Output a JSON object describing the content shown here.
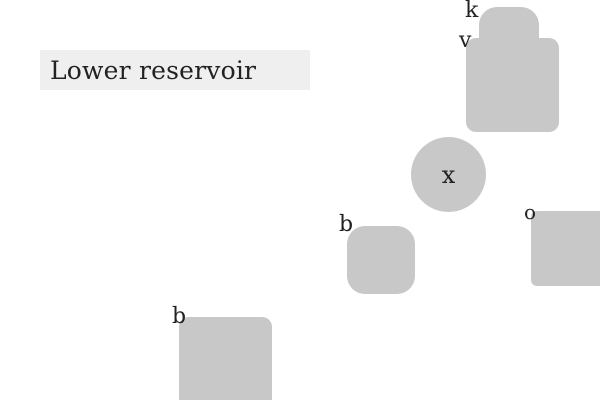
{
  "title": "Lower reservoir",
  "labels": {
    "k": "k",
    "v": "v",
    "x": "x",
    "b_mid": "b",
    "o": "o",
    "b_low": "b"
  },
  "colors": {
    "background": "#ffffff",
    "title_box": "#efefef",
    "shape_fill": "#c8c8c8",
    "text": "#222222"
  }
}
